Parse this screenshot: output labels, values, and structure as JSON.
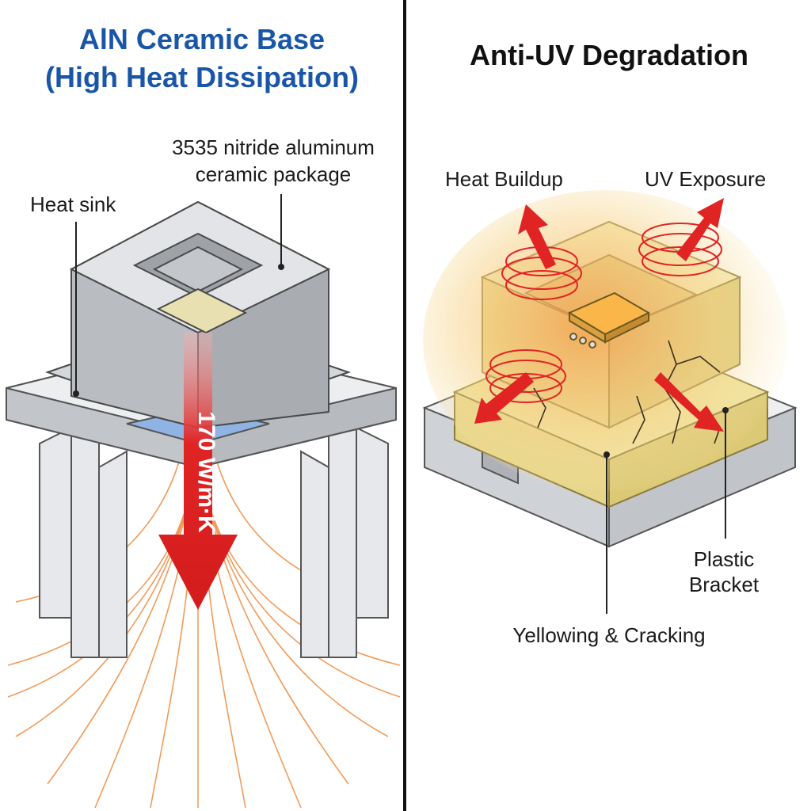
{
  "left": {
    "title_line1": "AlN Ceramic Base",
    "title_line2": "(High Heat Dissipation)",
    "package_label_line1": "3535 nitride aluminum",
    "package_label_line2": "ceramic package",
    "heat_sink_label": "Heat sink",
    "conductivity_label": "170 W/m·K"
  },
  "right": {
    "title": "Anti-UV Degradation",
    "heat_buildup_label": "Heat Buildup",
    "uv_exposure_label": "UV Exposure",
    "plastic_bracket_line1": "Plastic",
    "plastic_bracket_line2": "Bracket",
    "yellowing_label": "Yellowing & Cracking"
  },
  "colors": {
    "title_blue": "#1a56a8",
    "arrow_red": "#e02424",
    "heat_orange": "#f08a3c",
    "ceramic_gray": "#c9cdd2",
    "yellowed_plastic": "#efe3a0",
    "blue_layer": "#8fb4e3"
  }
}
